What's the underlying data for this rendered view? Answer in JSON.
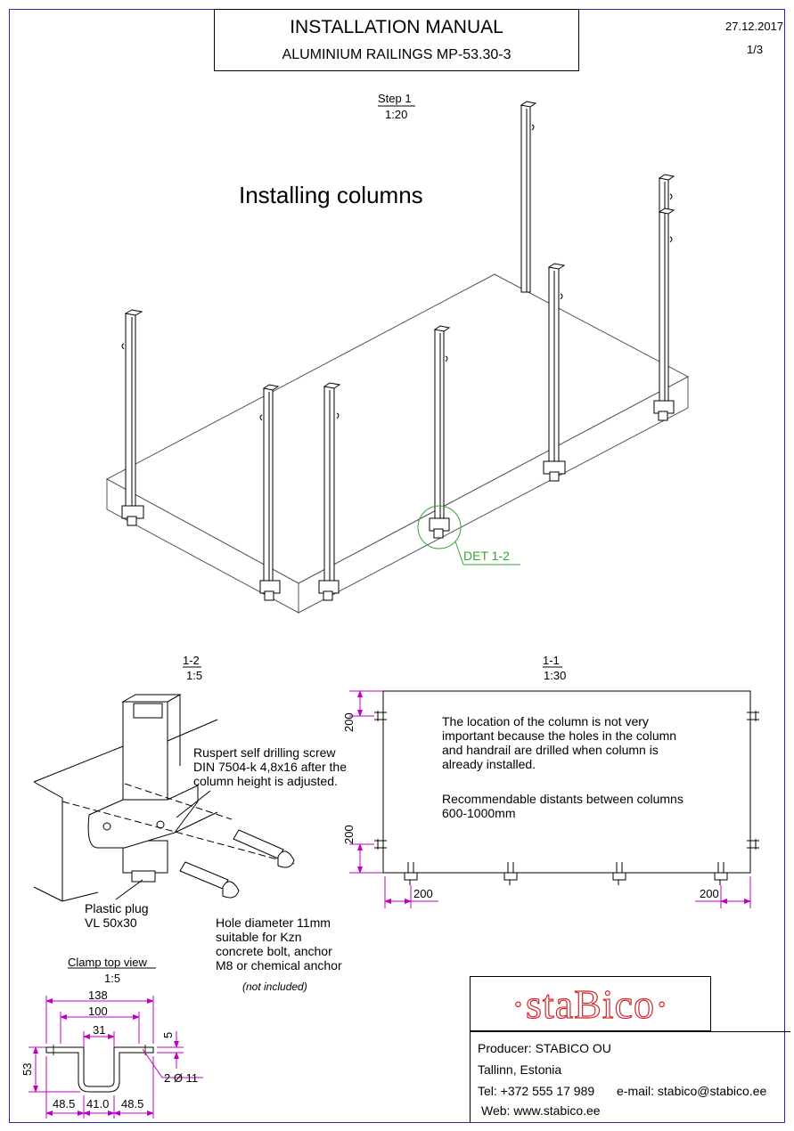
{
  "header": {
    "title": "INSTALLATION MANUAL",
    "subtitle": "ALUMINIUM RAILINGS MP-53.30-3",
    "date": "27.12.2017",
    "page": "1/3"
  },
  "step1": {
    "label": "Step 1",
    "scale": "1:20",
    "heading": "Installing columns",
    "detail_label": "DET 1-2"
  },
  "detail_1_2": {
    "label": "1-2",
    "scale": "1:5",
    "screw_note": [
      "Ruspert self drilling screw",
      "DIN 7504-k 4,8x16 after the",
      "column height is adjusted."
    ],
    "plug_note": [
      "Plastic plug",
      "VL 50x30"
    ],
    "hole_note": [
      "Hole diameter 11mm",
      "suitable for Kzn",
      "concrete bolt, anchor",
      "M8 or chemical anchor"
    ],
    "not_included": "(not included)"
  },
  "section_1_1": {
    "label": "1-1",
    "scale": "1:30",
    "location_note": [
      "The location of the column is not very",
      "important because the holes in the column",
      "and handrail are drilled when column is",
      "already installed."
    ],
    "distance_note": [
      "Recommendable distants between columns",
      "600-1000mm"
    ],
    "dims": {
      "left_top": "200",
      "left_bottom": "200",
      "bottom_left": "200",
      "bottom_right": "200"
    }
  },
  "clamp_view": {
    "label": "Clamp top view",
    "scale": "1:5",
    "dims": {
      "overall": "138",
      "inner": "100",
      "slot": "31",
      "thickness": "5",
      "height": "53",
      "holes": "2 Ø 11",
      "seg_left": "48.5",
      "seg_mid": "41.0",
      "seg_right": "48.5"
    }
  },
  "brand": {
    "logo": "·staBico·",
    "producer": "Producer: STABICO OU",
    "city": "Tallinn, Estonia",
    "tel": "Tel: +372 555 17 989",
    "email": "e-mail: stabico@stabico.ee",
    "web": "Web: www.stabico.ee",
    "logo_color": "#d4242a"
  },
  "colors": {
    "dimension": "#c000c0",
    "detail_marker": "#2fa82f",
    "frame": "#2a2a9a"
  }
}
